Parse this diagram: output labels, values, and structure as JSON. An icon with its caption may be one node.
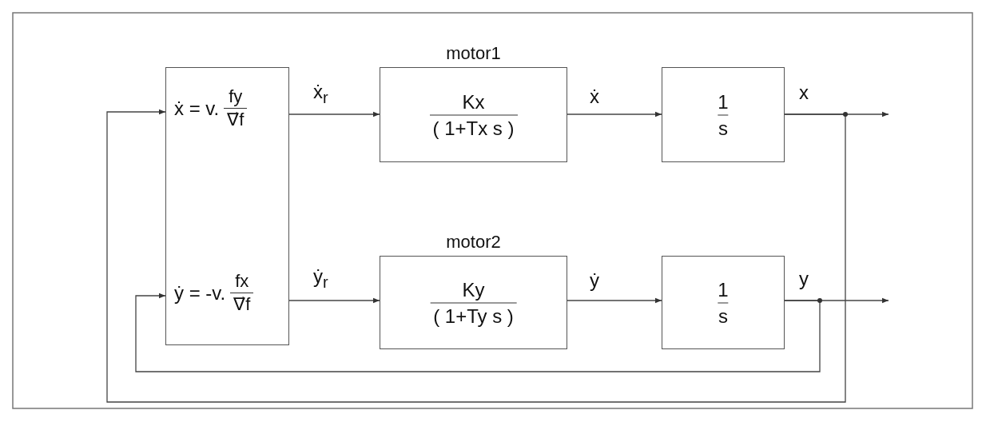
{
  "diagram": {
    "nodes": [
      {
        "text": [
          "ẋ = v.",
          "fy",
          "∇⃗f",
          "ẏ = -v.",
          "fx",
          "∇⃗f"
        ]
      },
      {
        "text": [
          "motor1",
          "Kx",
          "( 1+Tx s )"
        ]
      },
      {
        "text": [
          "1",
          "s"
        ]
      },
      {
        "text": [
          "motor2",
          "Ky",
          "( 1+Ty s )"
        ]
      },
      {
        "text": [
          "1",
          "s"
        ]
      }
    ],
    "edges": [
      {
        "from": 0,
        "to": 1,
        "arrow": "to",
        "label": "ẋ$_{r}$"
      },
      {
        "from": 1,
        "to": 2,
        "arrow": "to",
        "label": "ẋ"
      },
      {
        "from": 2,
        "to": null,
        "arrow": "to",
        "label": "x"
      },
      {
        "from": 2,
        "to": 0,
        "arrow": "to"
      },
      {
        "from": 0,
        "to": 3,
        "arrow": "to",
        "label": "ẏ$_{r}$"
      },
      {
        "from": 3,
        "to": 4,
        "arrow": "to",
        "label": "ẏ"
      },
      {
        "from": 4,
        "to": null,
        "arrow": "to",
        "label": "y"
      },
      {
        "from": 4,
        "to": 0,
        "arrow": "to"
      }
    ]
  }
}
